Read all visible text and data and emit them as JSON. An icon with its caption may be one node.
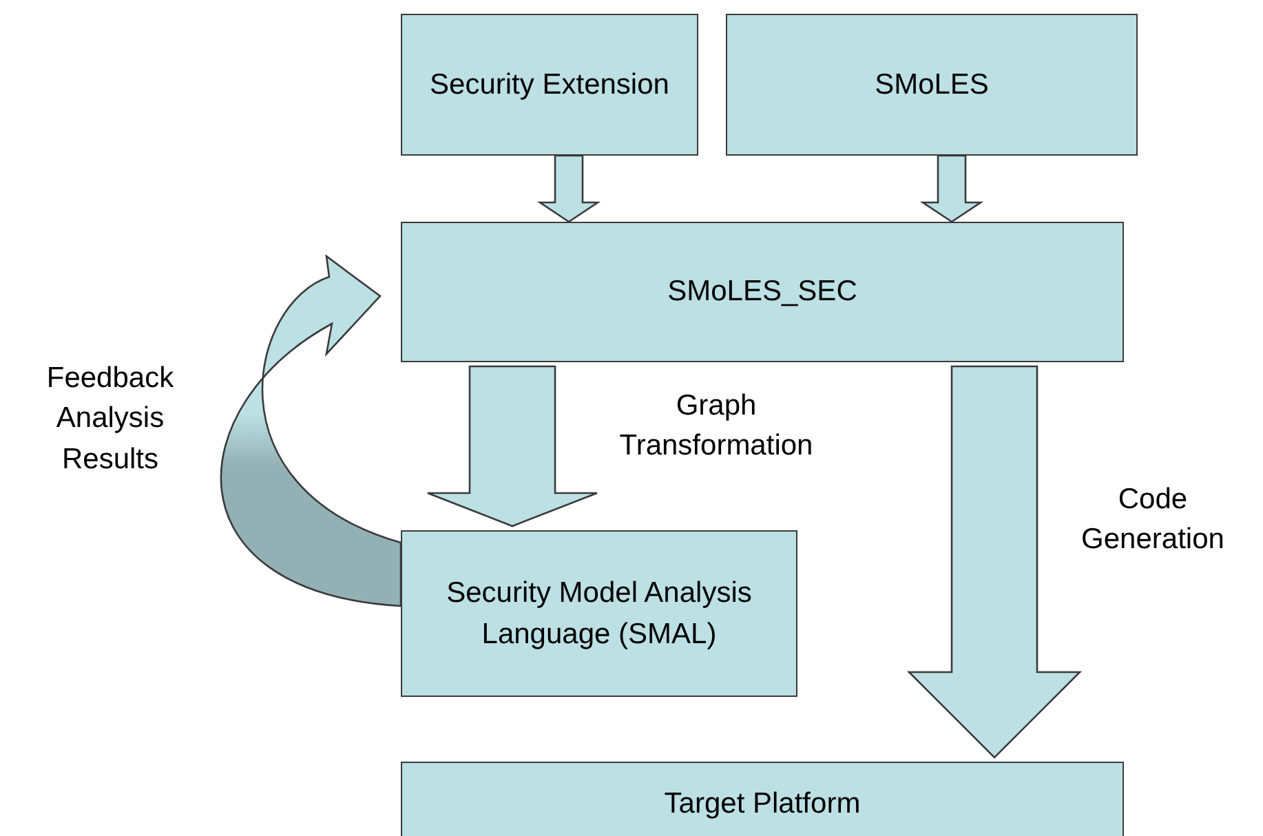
{
  "diagram": {
    "nodes": [
      {
        "text": [
          "Security Extension"
        ]
      },
      {
        "text": [
          "SMoLES"
        ]
      },
      {
        "text": [
          "SMoLES_SEC"
        ]
      },
      {
        "text": [
          "Security Model Analysis Language (SMAL)"
        ]
      },
      {
        "text": [
          "Target Platform"
        ]
      }
    ],
    "edges": [
      {
        "from": 0,
        "to": 2,
        "arrow": "to"
      },
      {
        "from": 1,
        "to": 2,
        "arrow": "to"
      },
      {
        "from": 2,
        "to": 3,
        "arrow": "to",
        "label": "Graph Transformation"
      },
      {
        "from": 2,
        "to": 4,
        "arrow": "to",
        "label": "Code Generation"
      },
      {
        "from": 3,
        "to": 2,
        "arrow": "to",
        "label": "Feedback Analysis Results"
      }
    ]
  }
}
